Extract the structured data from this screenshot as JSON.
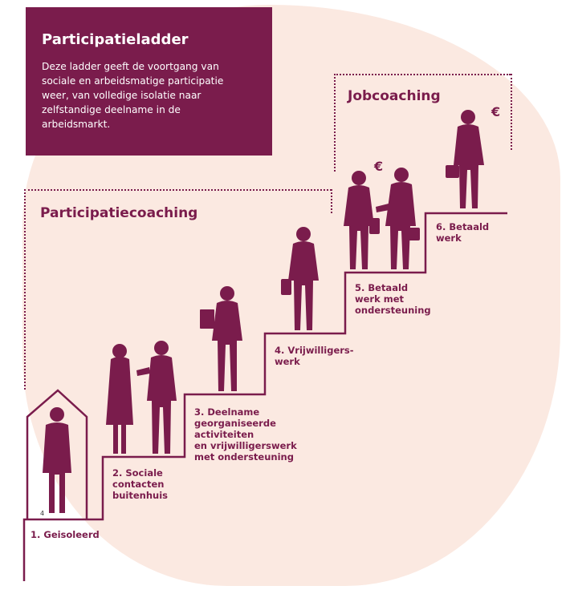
{
  "intro": {
    "title": "Participatieladder",
    "lines": [
      "Deze ladder geeft de voortgang van",
      "sociale en arbeidsmatige participatie",
      "weer, van volledige isolatie naar",
      "zelfstandige deelname in de",
      "arbeidsmarkt."
    ]
  },
  "zones": {
    "participatie": "Participatiecoaching",
    "job": "Jobcoaching"
  },
  "steps": [
    {
      "label": "1. Geisoleerd"
    },
    {
      "label": "2. Sociale\ncontacten\nbuitenhuis"
    },
    {
      "label": "3. Deelname\ngeorganiseerde\nactiviteiten\nen vrijwilligerswerk\nmet ondersteuning"
    },
    {
      "label": "4. Vrijwilligers-\nwerk"
    },
    {
      "label": "5. Betaald\nwerk met\nondersteuning"
    },
    {
      "label": "6. Betaald\nwerk"
    }
  ],
  "symbols": {
    "euro": "€"
  },
  "page_number": "4",
  "colors": {
    "primary": "#7a1c4c",
    "background_blob": "#fbe9e1",
    "text_light": "#ffffff"
  }
}
